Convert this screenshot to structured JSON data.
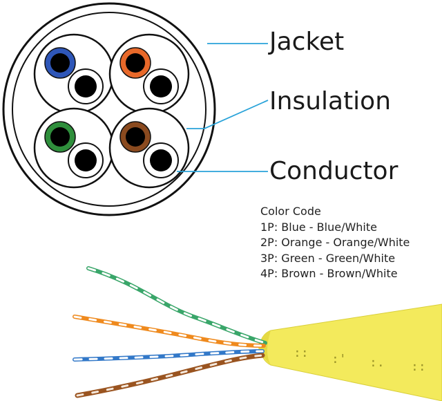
{
  "labels": {
    "jacket": "Jacket",
    "insulation": "Insulation",
    "conductor": "Conductor"
  },
  "legend": {
    "title": "Color Code",
    "entries": [
      "1P: Blue - Blue/White",
      "2P: Orange - Orange/White",
      "3P: Green - Green/White",
      "4P: Brown - Brown/White"
    ]
  },
  "colors": {
    "blue": "#2e56b8",
    "orange": "#e8692a",
    "green": "#2f8f3c",
    "brown": "#8a4a1f",
    "leader": "#2aa3d9",
    "jacket_yellow": "#f3ea5c"
  },
  "pairs": [
    {
      "name": "blue",
      "color": "#2e56b8"
    },
    {
      "name": "orange",
      "color": "#e8692a"
    },
    {
      "name": "green",
      "color": "#2f8f3c"
    },
    {
      "name": "brown",
      "color": "#8a4a1f"
    }
  ]
}
